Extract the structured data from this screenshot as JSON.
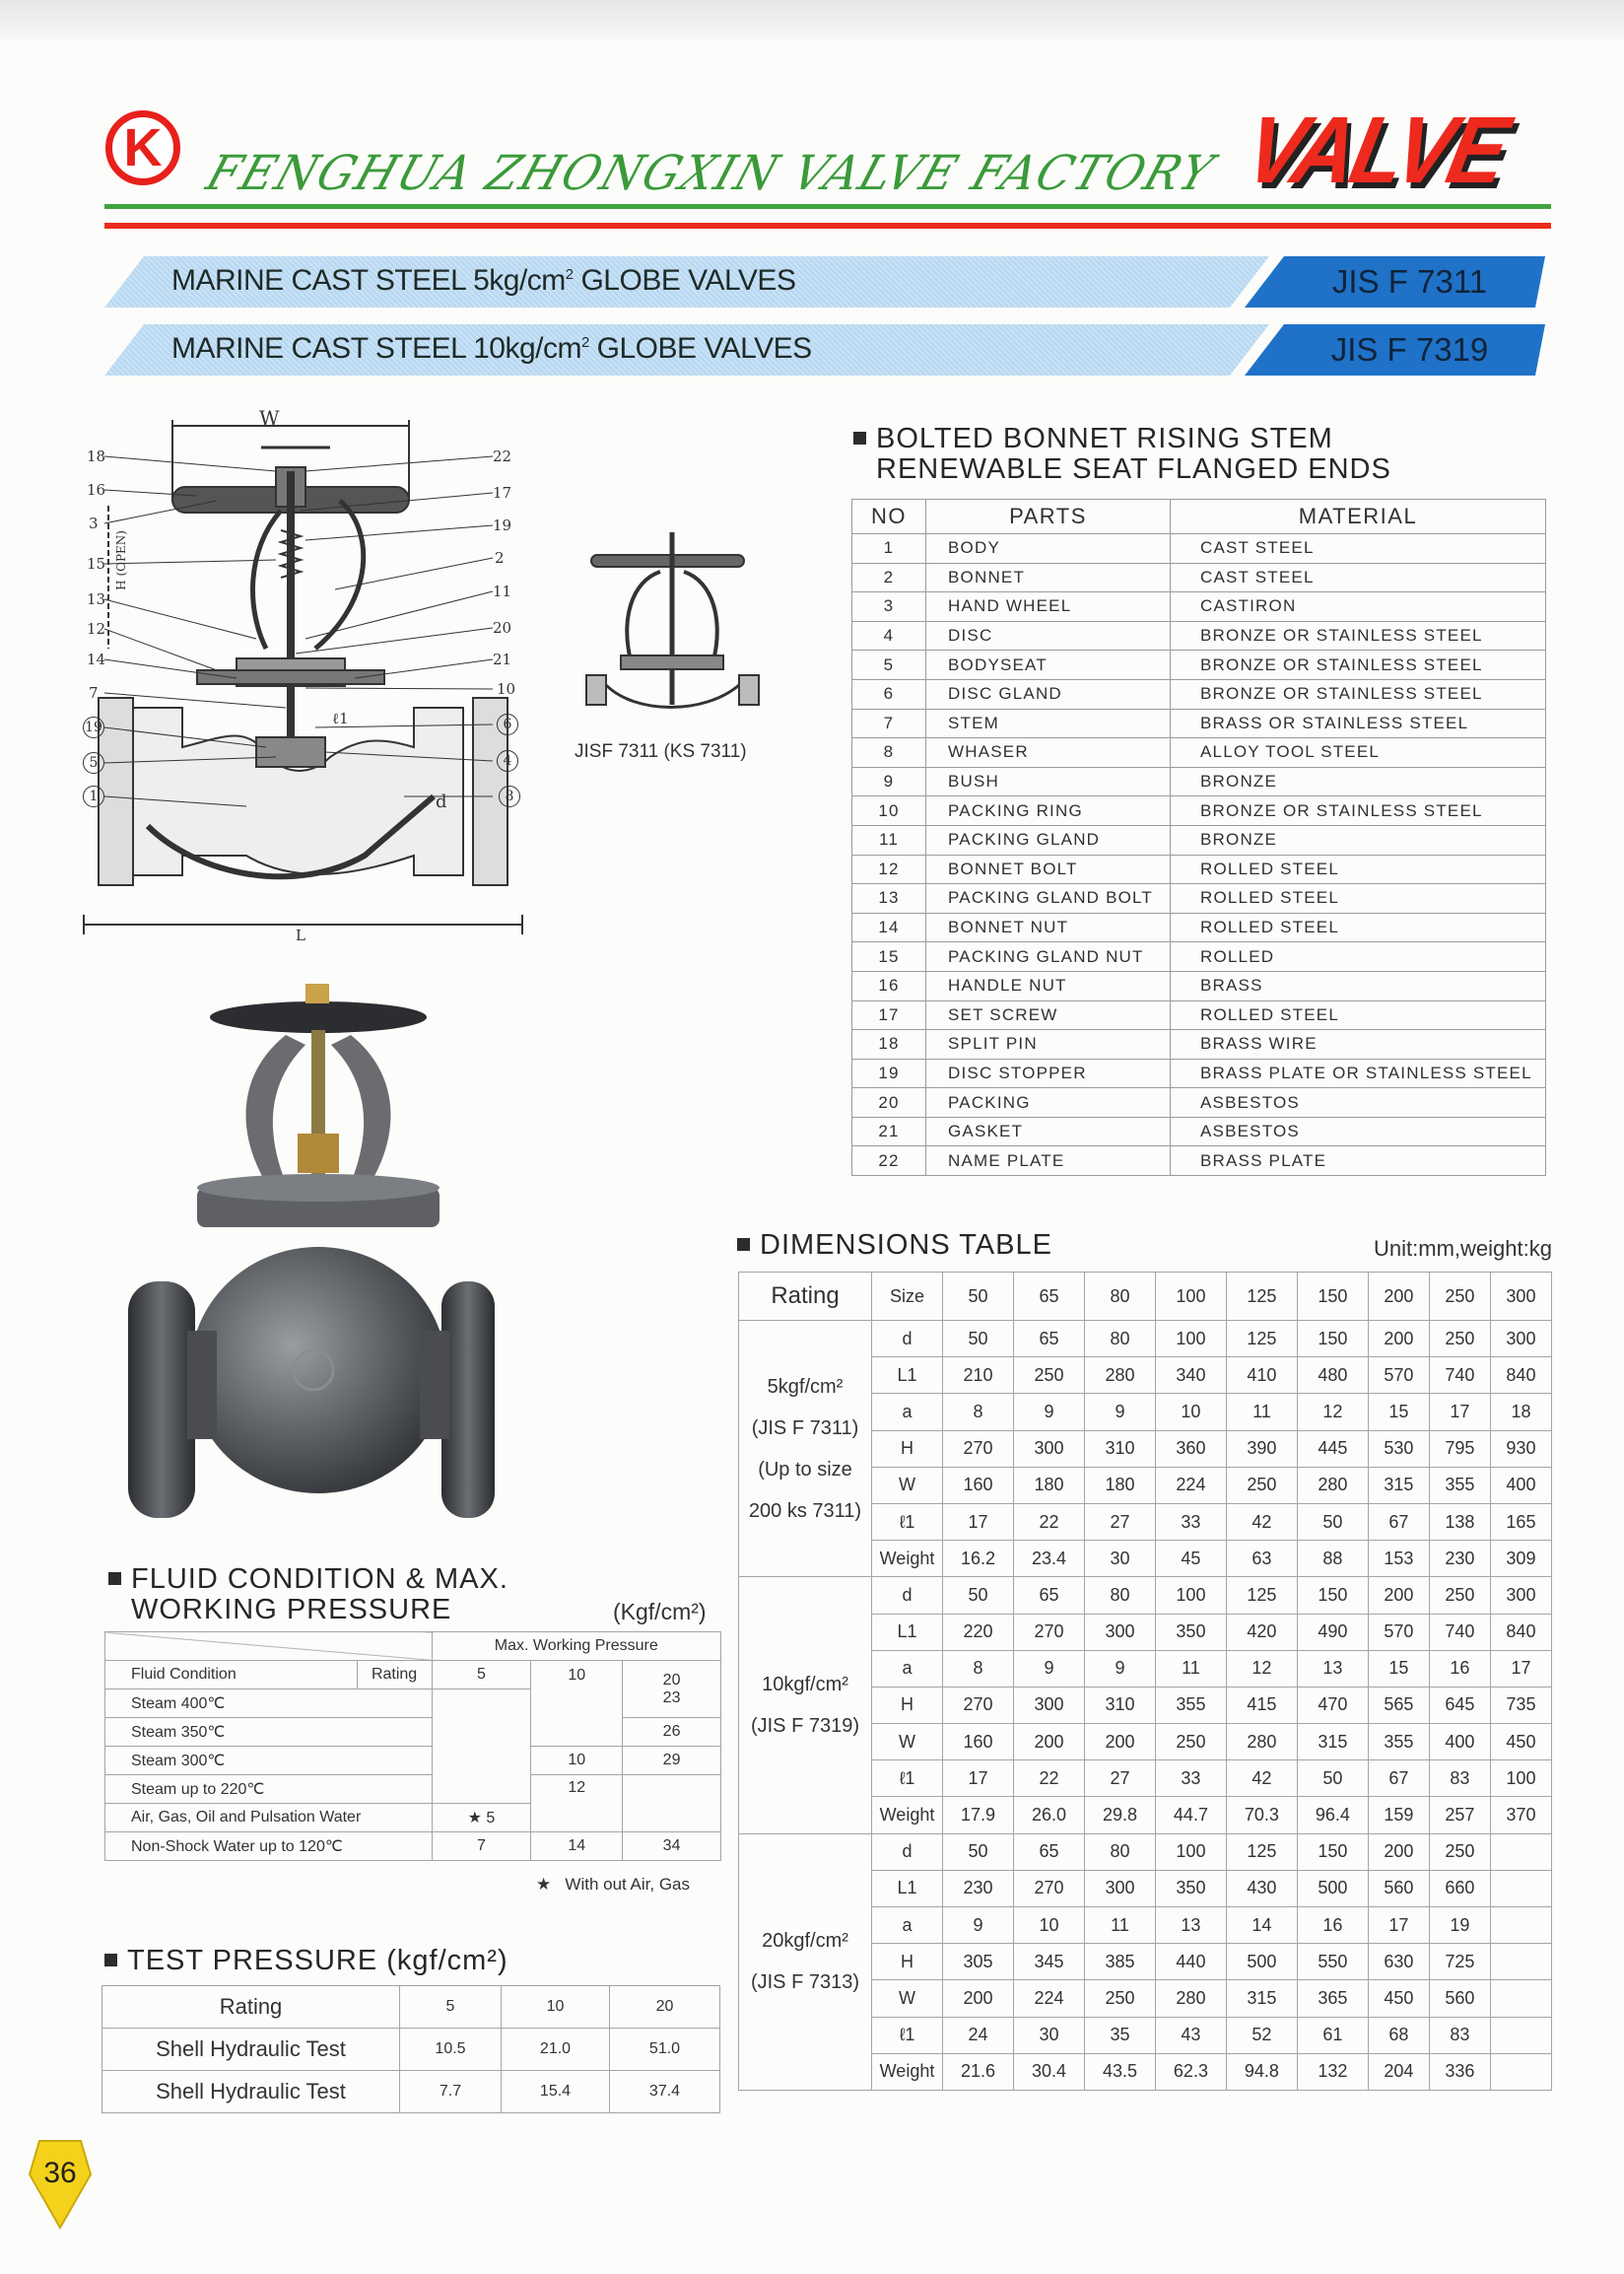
{
  "header": {
    "logo_letter": "K",
    "factory_name": "FENGHUA ZHONGXIN VALVE FACTORY",
    "brand_word": "VALVE",
    "colors": {
      "red": "#ee2a1e",
      "green": "#3fa43f",
      "banner_light": "#c9e2f6",
      "banner_dark": "#1f72c8"
    }
  },
  "banners": [
    {
      "title_pre": "MARINE CAST STEEL 5kg/cm",
      "sup": "2",
      "title_post": " GLOBE VALVES",
      "standard": "JIS F 7311"
    },
    {
      "title_pre": "MARINE CAST STEEL 10kg/cm",
      "sup": "2",
      "title_post": " GLOBE VALVES",
      "standard": "JIS F 7319"
    }
  ],
  "diagram": {
    "dim_w": "W",
    "dim_h": "H (OPEN)",
    "dim_l": "L",
    "dim_d": "d",
    "dim_l1": "ℓ1",
    "left_labels": [
      "18",
      "16",
      "3",
      "15",
      "13",
      "12",
      "14",
      "7",
      "19",
      "5",
      "1"
    ],
    "right_labels": [
      "22",
      "17",
      "19",
      "2",
      "11",
      "20",
      "21",
      "10",
      "6",
      "4",
      "8"
    ],
    "small_caption": "JISF 7311 (KS 7311)"
  },
  "parts_section": {
    "heading_line1": "BOLTED BONNET RISING STEM",
    "heading_line2": "RENEWABLE SEAT FLANGED ENDS",
    "columns": [
      "NO",
      "PARTS",
      "MATERIAL"
    ],
    "rows": [
      [
        "1",
        "BODY",
        "CAST STEEL"
      ],
      [
        "2",
        "BONNET",
        "CAST STEEL"
      ],
      [
        "3",
        "HAND WHEEL",
        "CASTIRON"
      ],
      [
        "4",
        "DISC",
        "BRONZE OR STAINLESS STEEL"
      ],
      [
        "5",
        "BODYSEAT",
        "BRONZE OR STAINLESS STEEL"
      ],
      [
        "6",
        "DISC GLAND",
        "BRONZE OR STAINLESS STEEL"
      ],
      [
        "7",
        "STEM",
        "BRASS OR STAINLESS STEEL"
      ],
      [
        "8",
        "WHASER",
        "ALLOY TOOL STEEL"
      ],
      [
        "9",
        "BUSH",
        "BRONZE"
      ],
      [
        "10",
        "PACKING RING",
        "BRONZE OR STAINLESS STEEL"
      ],
      [
        "11",
        "PACKING GLAND",
        "BRONZE"
      ],
      [
        "12",
        "BONNET BOLT",
        "ROLLED STEEL"
      ],
      [
        "13",
        "PACKING GLAND BOLT",
        "ROLLED STEEL"
      ],
      [
        "14",
        "BONNET NUT",
        "ROLLED STEEL"
      ],
      [
        "15",
        "PACKING GLAND NUT",
        "ROLLED"
      ],
      [
        "16",
        "HANDLE NUT",
        "BRASS"
      ],
      [
        "17",
        "SET SCREW",
        "ROLLED STEEL"
      ],
      [
        "18",
        "SPLIT PIN",
        "BRASS WIRE"
      ],
      [
        "19",
        "DISC STOPPER",
        "BRASS PLATE OR STAINLESS STEEL"
      ],
      [
        "20",
        "PACKING",
        "ASBESTOS"
      ],
      [
        "21",
        "GASKET",
        "ASBESTOS"
      ],
      [
        "22",
        "NAME PLATE",
        "BRASS PLATE"
      ]
    ]
  },
  "dimensions": {
    "heading": "DIMENSIONS TABLE",
    "unit": "Unit:mm,weight:kg",
    "rating_header": "Rating",
    "size_header": "Size",
    "sizes": [
      "50",
      "65",
      "80",
      "100",
      "125",
      "150",
      "200",
      "250",
      "300"
    ],
    "groups": [
      {
        "rating_lines": [
          "5kgf/cm²",
          "(JIS F 7311)",
          "(Up to size",
          "200 ks 7311)"
        ],
        "rows": [
          {
            "label": "d",
            "values": [
              "50",
              "65",
              "80",
              "100",
              "125",
              "150",
              "200",
              "250",
              "300"
            ]
          },
          {
            "label": "L1",
            "values": [
              "210",
              "250",
              "280",
              "340",
              "410",
              "480",
              "570",
              "740",
              "840"
            ]
          },
          {
            "label": "a",
            "values": [
              "8",
              "9",
              "9",
              "10",
              "11",
              "12",
              "15",
              "17",
              "18"
            ]
          },
          {
            "label": "H",
            "values": [
              "270",
              "300",
              "310",
              "360",
              "390",
              "445",
              "530",
              "795",
              "930"
            ]
          },
          {
            "label": "W",
            "values": [
              "160",
              "180",
              "180",
              "224",
              "250",
              "280",
              "315",
              "355",
              "400"
            ]
          },
          {
            "label": "ℓ1",
            "values": [
              "17",
              "22",
              "27",
              "33",
              "42",
              "50",
              "67",
              "138",
              "165"
            ]
          },
          {
            "label": "Weight",
            "values": [
              "16.2",
              "23.4",
              "30",
              "45",
              "63",
              "88",
              "153",
              "230",
              "309"
            ]
          }
        ]
      },
      {
        "rating_lines": [
          "10kgf/cm²",
          "(JIS F 7319)"
        ],
        "rows": [
          {
            "label": "d",
            "values": [
              "50",
              "65",
              "80",
              "100",
              "125",
              "150",
              "200",
              "250",
              "300"
            ]
          },
          {
            "label": "L1",
            "values": [
              "220",
              "270",
              "300",
              "350",
              "420",
              "490",
              "570",
              "740",
              "840"
            ]
          },
          {
            "label": "a",
            "values": [
              "8",
              "9",
              "9",
              "11",
              "12",
              "13",
              "15",
              "16",
              "17"
            ]
          },
          {
            "label": "H",
            "values": [
              "270",
              "300",
              "310",
              "355",
              "415",
              "470",
              "565",
              "645",
              "735"
            ]
          },
          {
            "label": "W",
            "values": [
              "160",
              "200",
              "200",
              "250",
              "280",
              "315",
              "355",
              "400",
              "450"
            ]
          },
          {
            "label": "ℓ1",
            "values": [
              "17",
              "22",
              "27",
              "33",
              "42",
              "50",
              "67",
              "83",
              "100"
            ]
          },
          {
            "label": "Weight",
            "values": [
              "17.9",
              "26.0",
              "29.8",
              "44.7",
              "70.3",
              "96.4",
              "159",
              "257",
              "370"
            ]
          }
        ]
      },
      {
        "rating_lines": [
          "20kgf/cm²",
          "(JIS F 7313)"
        ],
        "rows": [
          {
            "label": "d",
            "values": [
              "50",
              "65",
              "80",
              "100",
              "125",
              "150",
              "200",
              "250",
              ""
            ]
          },
          {
            "label": "L1",
            "values": [
              "230",
              "270",
              "300",
              "350",
              "430",
              "500",
              "560",
              "660",
              ""
            ]
          },
          {
            "label": "a",
            "values": [
              "9",
              "10",
              "11",
              "13",
              "14",
              "16",
              "17",
              "19",
              ""
            ]
          },
          {
            "label": "H",
            "values": [
              "305",
              "345",
              "385",
              "440",
              "500",
              "550",
              "630",
              "725",
              ""
            ]
          },
          {
            "label": "W",
            "values": [
              "200",
              "224",
              "250",
              "280",
              "315",
              "365",
              "450",
              "560",
              ""
            ]
          },
          {
            "label": "ℓ1",
            "values": [
              "24",
              "30",
              "35",
              "43",
              "52",
              "61",
              "68",
              "83",
              ""
            ]
          },
          {
            "label": "Weight",
            "values": [
              "21.6",
              "30.4",
              "43.5",
              "62.3",
              "94.8",
              "132",
              "204",
              "336",
              ""
            ]
          }
        ]
      }
    ]
  },
  "fluid": {
    "heading_line1": "FLUID CONDITION & MAX.",
    "heading_line2": "WORKING  PRESSURE",
    "unit": "(Kgf/cm²)",
    "max_header": "Max. Working Pressure",
    "fluid_header": "Fluid Condition",
    "rating_header": "Rating",
    "ratings": [
      "5",
      "10",
      "20"
    ],
    "conditions": [
      "Steam 400℃",
      "Steam 350℃",
      "Steam 300℃",
      "Steam up to 220℃",
      "Air, Gas, Oil and Pulsation Water",
      "Non-Shock Water up to 120℃"
    ],
    "cells": {
      "r20_steam400": "23",
      "r20_steam350": "26",
      "r10_steam300": "10",
      "r20_steam300": "29",
      "r10_steam220": "12",
      "r5_air": "★ 5",
      "r5_water": "7",
      "r10_water": "14",
      "r20_water": "34"
    },
    "footnote": "★   With out Air, Gas"
  },
  "test_pressure": {
    "heading": "TEST PRESSURE (kgf/cm²)",
    "header_label": "Rating",
    "ratings": [
      "5",
      "10",
      "20"
    ],
    "rows": [
      {
        "label": "Shell Hydraulic Test",
        "values": [
          "10.5",
          "21.0",
          "51.0"
        ]
      },
      {
        "label": "Shell Hydraulic Test",
        "values": [
          "7.7",
          "15.4",
          "37.4"
        ]
      }
    ]
  },
  "page_number": "36"
}
